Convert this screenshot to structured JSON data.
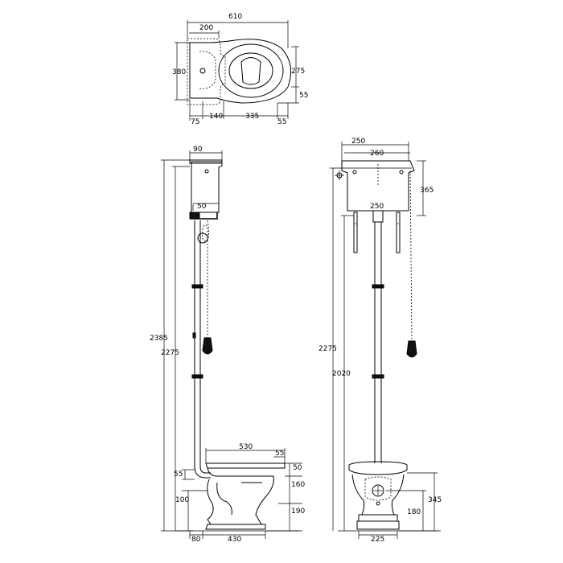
{
  "top_view": {
    "overall_width": "610",
    "cistern_depth": "200",
    "overall_depth": "380",
    "bowl_width": "275",
    "rim_offset": "55",
    "back_offset": "75",
    "waste_offset": "140",
    "bowl_length": "335",
    "front_offset": "55"
  },
  "side_view": {
    "cistern_width": "90",
    "outlet_width": "50",
    "total_height": "2385",
    "cistern_base_height": "2275",
    "pan_length": "530",
    "rim_width": "55",
    "rim_height": "50",
    "bowl_height": "160",
    "base_height": "190",
    "outlet_height": "55",
    "waste_height": "100",
    "foot_offset": "80",
    "base_length": "430"
  },
  "front_view": {
    "cistern_front_width": "250",
    "cistern_inner_width": "260",
    "cistern_height": "365",
    "bracket_spacing": "250",
    "cistern_base_height": "2275",
    "flush_pipe_height": "2020",
    "pan_height": "345",
    "waste_center_height": "180",
    "base_width": "225"
  }
}
